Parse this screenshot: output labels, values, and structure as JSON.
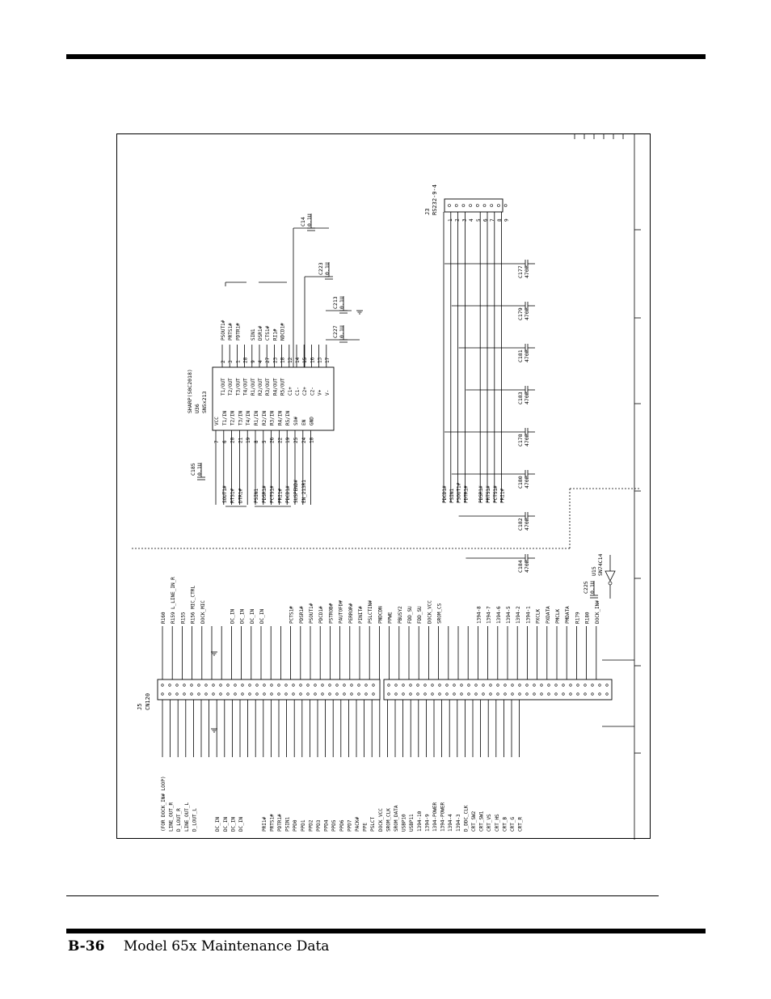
{
  "footer": {
    "page_number": "B-36",
    "title": "Model 65x Maintenance Data"
  },
  "schematic": {
    "j5": {
      "ref": "J5",
      "part": "CN120"
    },
    "u36": {
      "ref": "U36",
      "part": "SHARP(S0C2018)",
      "alt": "SN5x213"
    },
    "j3": {
      "ref": "J3",
      "part": "RS232-9-4"
    },
    "u15": {
      "ref": "U15",
      "part": "SN74C14"
    },
    "zone_numbers": [
      "1",
      "2",
      "3",
      "4",
      "5",
      "6",
      "7",
      "8"
    ],
    "caps_top": [
      {
        "ref": "C14",
        "val": "0.1U"
      },
      {
        "ref": "C223",
        "val": "0.1U"
      },
      {
        "ref": "C213",
        "val": "0.1U"
      },
      {
        "ref": "C227",
        "val": "0.1U"
      },
      {
        "ref": "C185",
        "val": "0.1U"
      },
      {
        "ref": "C225",
        "val": "0.1U"
      }
    ],
    "u36_right_pins": [
      {
        "pin": "2",
        "name": "T1/OUT",
        "net": "PSOUT1#"
      },
      {
        "pin": "3",
        "name": "T2/OUT",
        "net": "PRTS1#"
      },
      {
        "pin": "1",
        "name": "T3/OUT",
        "net": "PDTR1#"
      },
      {
        "pin": "28",
        "name": "T4/OUT",
        "net": ""
      },
      {
        "pin": "9",
        "name": "R1/OUT",
        "net": "SIN1"
      },
      {
        "pin": "4",
        "name": "R2/OUT",
        "net": "DSR1#"
      },
      {
        "pin": "27",
        "name": "R3/OUT",
        "net": "CTS1#"
      },
      {
        "pin": "23",
        "name": "R4/OUT",
        "net": "RI1#"
      },
      {
        "pin": "18",
        "name": "R5/OUT",
        "net": "NDCD1#"
      },
      {
        "pin": "12",
        "name": "C1+",
        "net": ""
      },
      {
        "pin": "14",
        "name": "C1-",
        "net": ""
      },
      {
        "pin": "15",
        "name": "C2+",
        "net": ""
      },
      {
        "pin": "16",
        "name": "C2-",
        "net": ""
      },
      {
        "pin": "13",
        "name": "V+",
        "net": ""
      },
      {
        "pin": "17",
        "name": "V-",
        "net": ""
      }
    ],
    "u36_left_pins": [
      {
        "pin": "7",
        "name": "VCC",
        "net": ""
      },
      {
        "pin": "6",
        "name": "T1/IN",
        "net": "SOUT1#"
      },
      {
        "pin": "20",
        "name": "T2/IN",
        "net": "RTS1#"
      },
      {
        "pin": "21",
        "name": "T3/IN",
        "net": "DTR1#"
      },
      {
        "pin": "19",
        "name": "T4/IN",
        "net": ""
      },
      {
        "pin": "8",
        "name": "R1/IN",
        "net": "PSIN1"
      },
      {
        "pin": "5",
        "name": "R2/IN",
        "net": "PDSR1#"
      },
      {
        "pin": "26",
        "name": "R3/IN",
        "net": "PCTS1#"
      },
      {
        "pin": "22",
        "name": "R4/IN",
        "net": "PRI1#"
      },
      {
        "pin": "19",
        "name": "R5/IN",
        "net": "PDCD1#"
      },
      {
        "pin": "25",
        "name": "SO#",
        "net": "SUSPEND#"
      },
      {
        "pin": "24",
        "name": "EN",
        "net": "EN_213R1"
      },
      {
        "pin": "10",
        "name": "GND",
        "net": ""
      }
    ],
    "j5_left_nets": [
      "(FOR DOCK_IN# LOOP)",
      "LINE_OUT_R",
      "D_LOUT_R",
      "LINE_OUT_L",
      "D_LOUT_L",
      "",
      "",
      "DC_IN",
      "DC_IN",
      "DC_IN",
      "DC_IN",
      "",
      "",
      "PRI1#",
      "PRTS1#",
      "PDTR1#",
      "PSIN1",
      "PPD0",
      "PPD1",
      "PPD2",
      "PPD3",
      "PPD4",
      "PPD5",
      "PPD6",
      "PPD7",
      "PACK#",
      "PPE",
      "PSLCT",
      "DOCK_VCC",
      "SROM_CLK",
      "SROM_DATA",
      "USBP10",
      "USBP11",
      "1394-10",
      "1394-9",
      "1394-POWER",
      "1394-POWER",
      "1394-4",
      "1394-3",
      "D_DDC_CLK",
      "CRT_SW2",
      "CRT_SW1",
      "CRT_VS",
      "CRT_HS",
      "CRT_B",
      "CRT_G",
      "CRT_R"
    ],
    "j5_right_nets": [
      "R160",
      "R159 L_LINE_IN_R",
      "R155",
      "R156 MIC_CTRL",
      "DOCK_MIC",
      "",
      "",
      "DC_IN",
      "DC_IN",
      "DC_IN",
      "DC_IN",
      "",
      "",
      "PCTS1#",
      "PDSR1#",
      "PSOUT1#",
      "PDCD1#",
      "PSTROB#",
      "PAUTOFD#",
      "PERROR#",
      "PINIT#",
      "PSLCTIN#",
      "PNDCDN",
      "PPWE",
      "PBUSY2",
      "FDD_SU",
      "FDD_SU",
      "DOCK_VCC",
      "SROM_CS",
      "",
      "",
      "",
      "1394-8",
      "1394-7",
      "1394-6",
      "1394-5",
      "1394-2",
      "1394-1",
      "PXCLK",
      "PXDATA",
      "PMCLK",
      "PMDATA",
      "R179",
      "R180",
      "DOCK_IN#"
    ],
    "j3_nets": [
      "PDCD1#",
      "PSIN1",
      "PSOUT1#",
      "PDTR1#",
      "PDSR1#",
      "PRTS1#",
      "PCTS1#",
      "PRI1#"
    ],
    "j3_caps": [
      {
        "ref": "C177",
        "val": "470P"
      },
      {
        "ref": "C179",
        "val": "470P"
      },
      {
        "ref": "C181",
        "val": "470P"
      },
      {
        "ref": "C183",
        "val": "470P"
      },
      {
        "ref": "C178",
        "val": "470P"
      },
      {
        "ref": "C180",
        "val": "470P"
      },
      {
        "ref": "C182",
        "val": "470P"
      },
      {
        "ref": "C184",
        "val": "470P"
      }
    ]
  }
}
